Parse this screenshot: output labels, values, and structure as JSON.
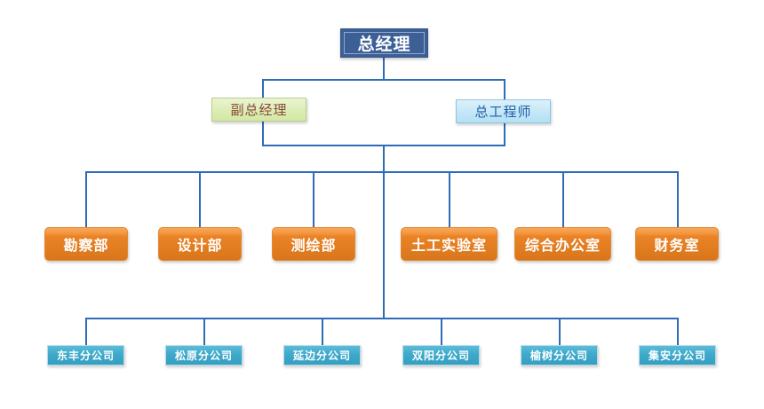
{
  "chart_title": "",
  "colors": {
    "line": "#2e6bb8",
    "ceo_fill": "#3c5f96",
    "deputy_fill": "#dcedb4",
    "chief_fill": "#c4e7f7",
    "dept_fill": "#e8822a",
    "branch_fill": "#3ea9cb",
    "ceo_text": "#ffffff",
    "deputy_text": "#8a4a3c",
    "chief_text": "#1f5fa8",
    "dept_text": "#ffffff",
    "branch_text": "#ffffff"
  },
  "level1": {
    "ceo": {
      "label": "总经理"
    }
  },
  "level2": {
    "deputy": {
      "label": "副总经理"
    },
    "chief": {
      "label": "总工程师"
    }
  },
  "departments": [
    {
      "label": "勘察部"
    },
    {
      "label": "设计部"
    },
    {
      "label": "测绘部"
    },
    {
      "label": "土工实验室"
    },
    {
      "label": "综合办公室"
    },
    {
      "label": "财务室"
    }
  ],
  "branches": [
    {
      "label": "东丰分公司"
    },
    {
      "label": "松原分公司"
    },
    {
      "label": "延边分公司"
    },
    {
      "label": "双阳分公司"
    },
    {
      "label": "榆树分公司"
    },
    {
      "label": "集安分公司"
    }
  ]
}
